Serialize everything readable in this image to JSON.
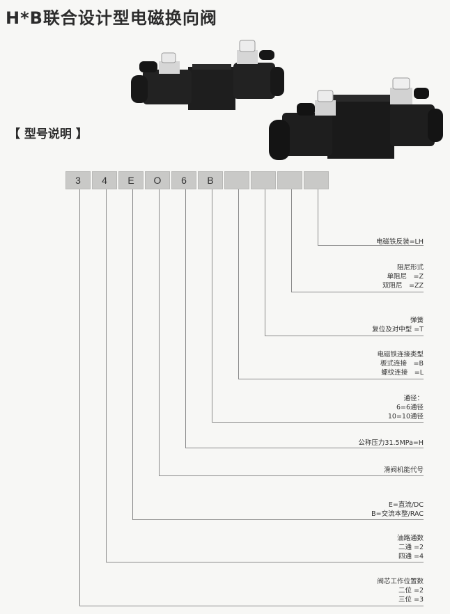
{
  "title": "H*B联合设计型电磁换向阀",
  "section_heading": "【 型号说明 】",
  "model_code": [
    "3",
    "4",
    "E",
    "O",
    "6",
    "B",
    "",
    "",
    "",
    ""
  ],
  "descriptions": [
    {
      "lines": [
        "电磁铁反装=LH"
      ]
    },
    {
      "lines": [
        "阻尼形式",
        "单阻尼　=Z",
        "双阻尼　=ZZ"
      ]
    },
    {
      "lines": [
        "弹簧",
        "复位及对中型 =T"
      ]
    },
    {
      "lines": [
        "电磁铁连接类型",
        "板式连接　=B",
        "螺纹连接　=L"
      ]
    },
    {
      "lines": [
        "通径：",
        "6=6通径",
        "10=10通径"
      ]
    },
    {
      "lines": [
        "公称压力31.5MPa=H"
      ]
    },
    {
      "lines": [
        "滑阀机能代号"
      ]
    },
    {
      "lines": [
        "E=直流/DC",
        "B=交流本整/RAC"
      ]
    },
    {
      "lines": [
        "油路通数",
        "二通 =2",
        "四通 =4"
      ]
    },
    {
      "lines": [
        "阀芯工作位置数",
        "二位 =2",
        "三位 =3"
      ]
    }
  ],
  "colors": {
    "code_box_fill": "#c9c9c7",
    "leader_line": "#8a8a8a",
    "valve_body": "#1c1c1c"
  }
}
